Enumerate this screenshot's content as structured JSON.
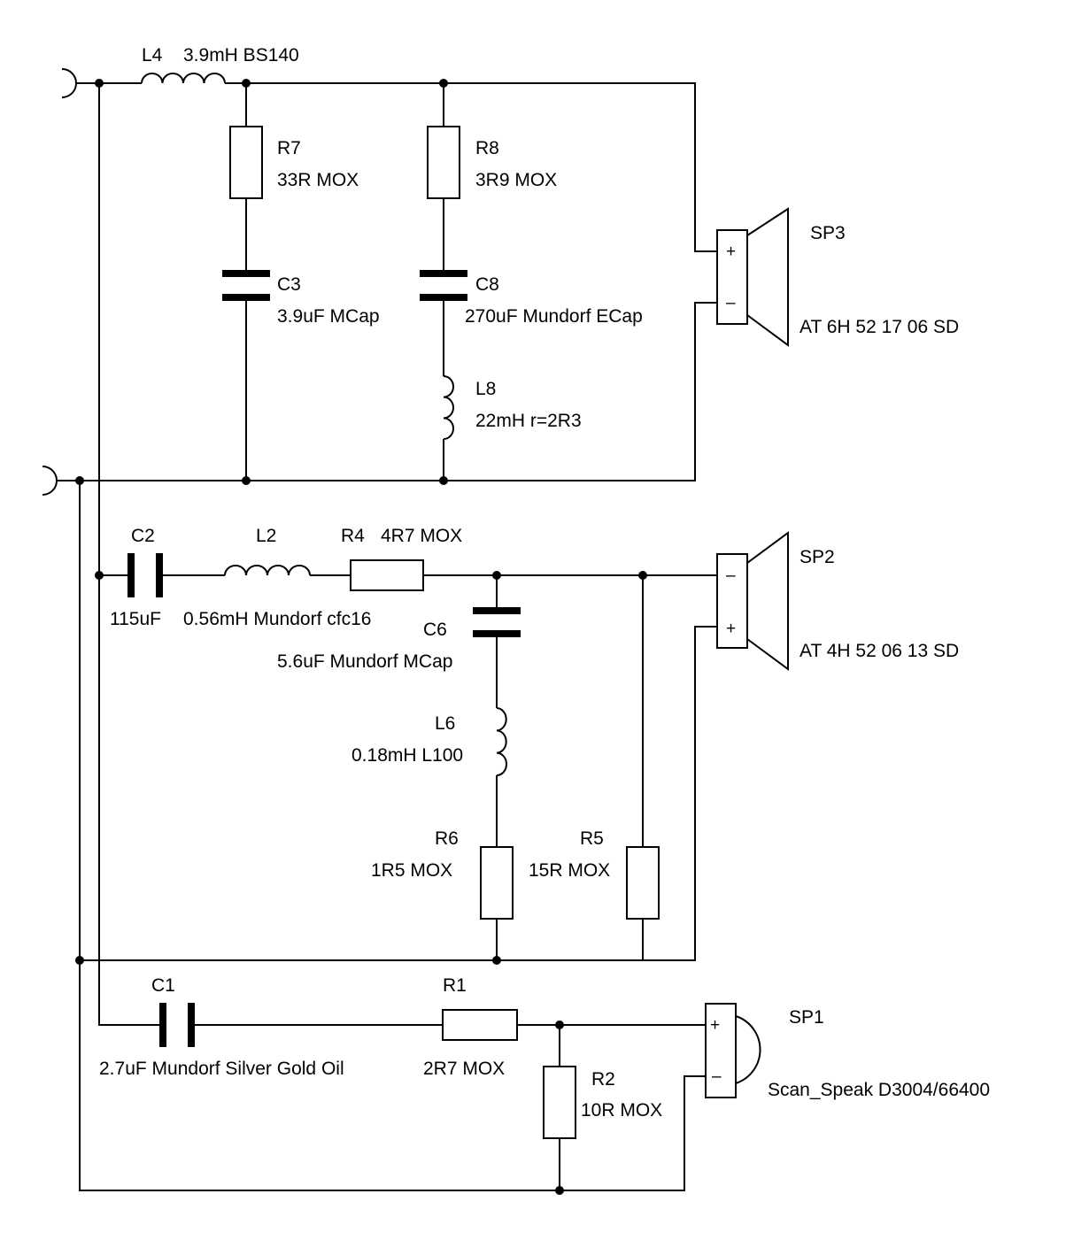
{
  "components": {
    "L4": {
      "ref": "L4",
      "value": "3.9mH BS140"
    },
    "R7": {
      "ref": "R7",
      "value": "33R MOX"
    },
    "R8": {
      "ref": "R8",
      "value": "3R9 MOX"
    },
    "C3": {
      "ref": "C3",
      "value": "3.9uF MCap"
    },
    "C8": {
      "ref": "C8",
      "value": "270uF Mundorf ECap"
    },
    "L8": {
      "ref": "L8",
      "value": "22mH r=2R3"
    },
    "C2": {
      "ref": "C2",
      "value": "115uF"
    },
    "L2": {
      "ref": "L2",
      "value": "0.56mH Mundorf cfc16"
    },
    "R4": {
      "ref": "R4",
      "value": "4R7 MOX"
    },
    "C6": {
      "ref": "C6",
      "value": "5.6uF Mundorf MCap"
    },
    "L6": {
      "ref": "L6",
      "value": "0.18mH L100"
    },
    "R6": {
      "ref": "R6",
      "value": "1R5 MOX"
    },
    "R5": {
      "ref": "R5",
      "value": "15R MOX"
    },
    "C1": {
      "ref": "C1",
      "value": "2.7uF Mundorf Silver Gold Oil"
    },
    "R1": {
      "ref": "R1",
      "value": "2R7 MOX"
    },
    "R2": {
      "ref": "R2",
      "value": "10R MOX"
    }
  },
  "speakers": {
    "SP3": {
      "ref": "SP3",
      "model": "AT 6H 52 17 06 SD",
      "plus": "+",
      "minus": "–"
    },
    "SP2": {
      "ref": "SP2",
      "model": "AT 4H 52 06 13 SD",
      "plus": "+",
      "minus": "–"
    },
    "SP1": {
      "ref": "SP1",
      "model": "Scan_Speak D3004/66400",
      "plus": "+",
      "minus": "–"
    }
  }
}
